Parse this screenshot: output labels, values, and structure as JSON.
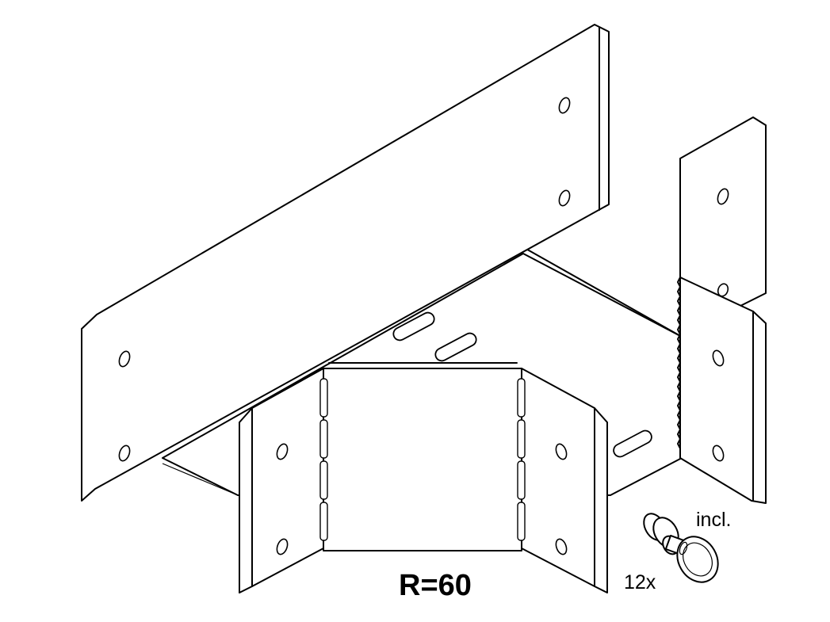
{
  "drawing": {
    "radius_label": "R=60",
    "included_label": "incl.",
    "quantity_label": "12x",
    "icons": [
      "tee-fitting-drawing",
      "carriage-bolt-nut-icon"
    ],
    "line_color": "#000000",
    "background_color": "#ffffff"
  }
}
